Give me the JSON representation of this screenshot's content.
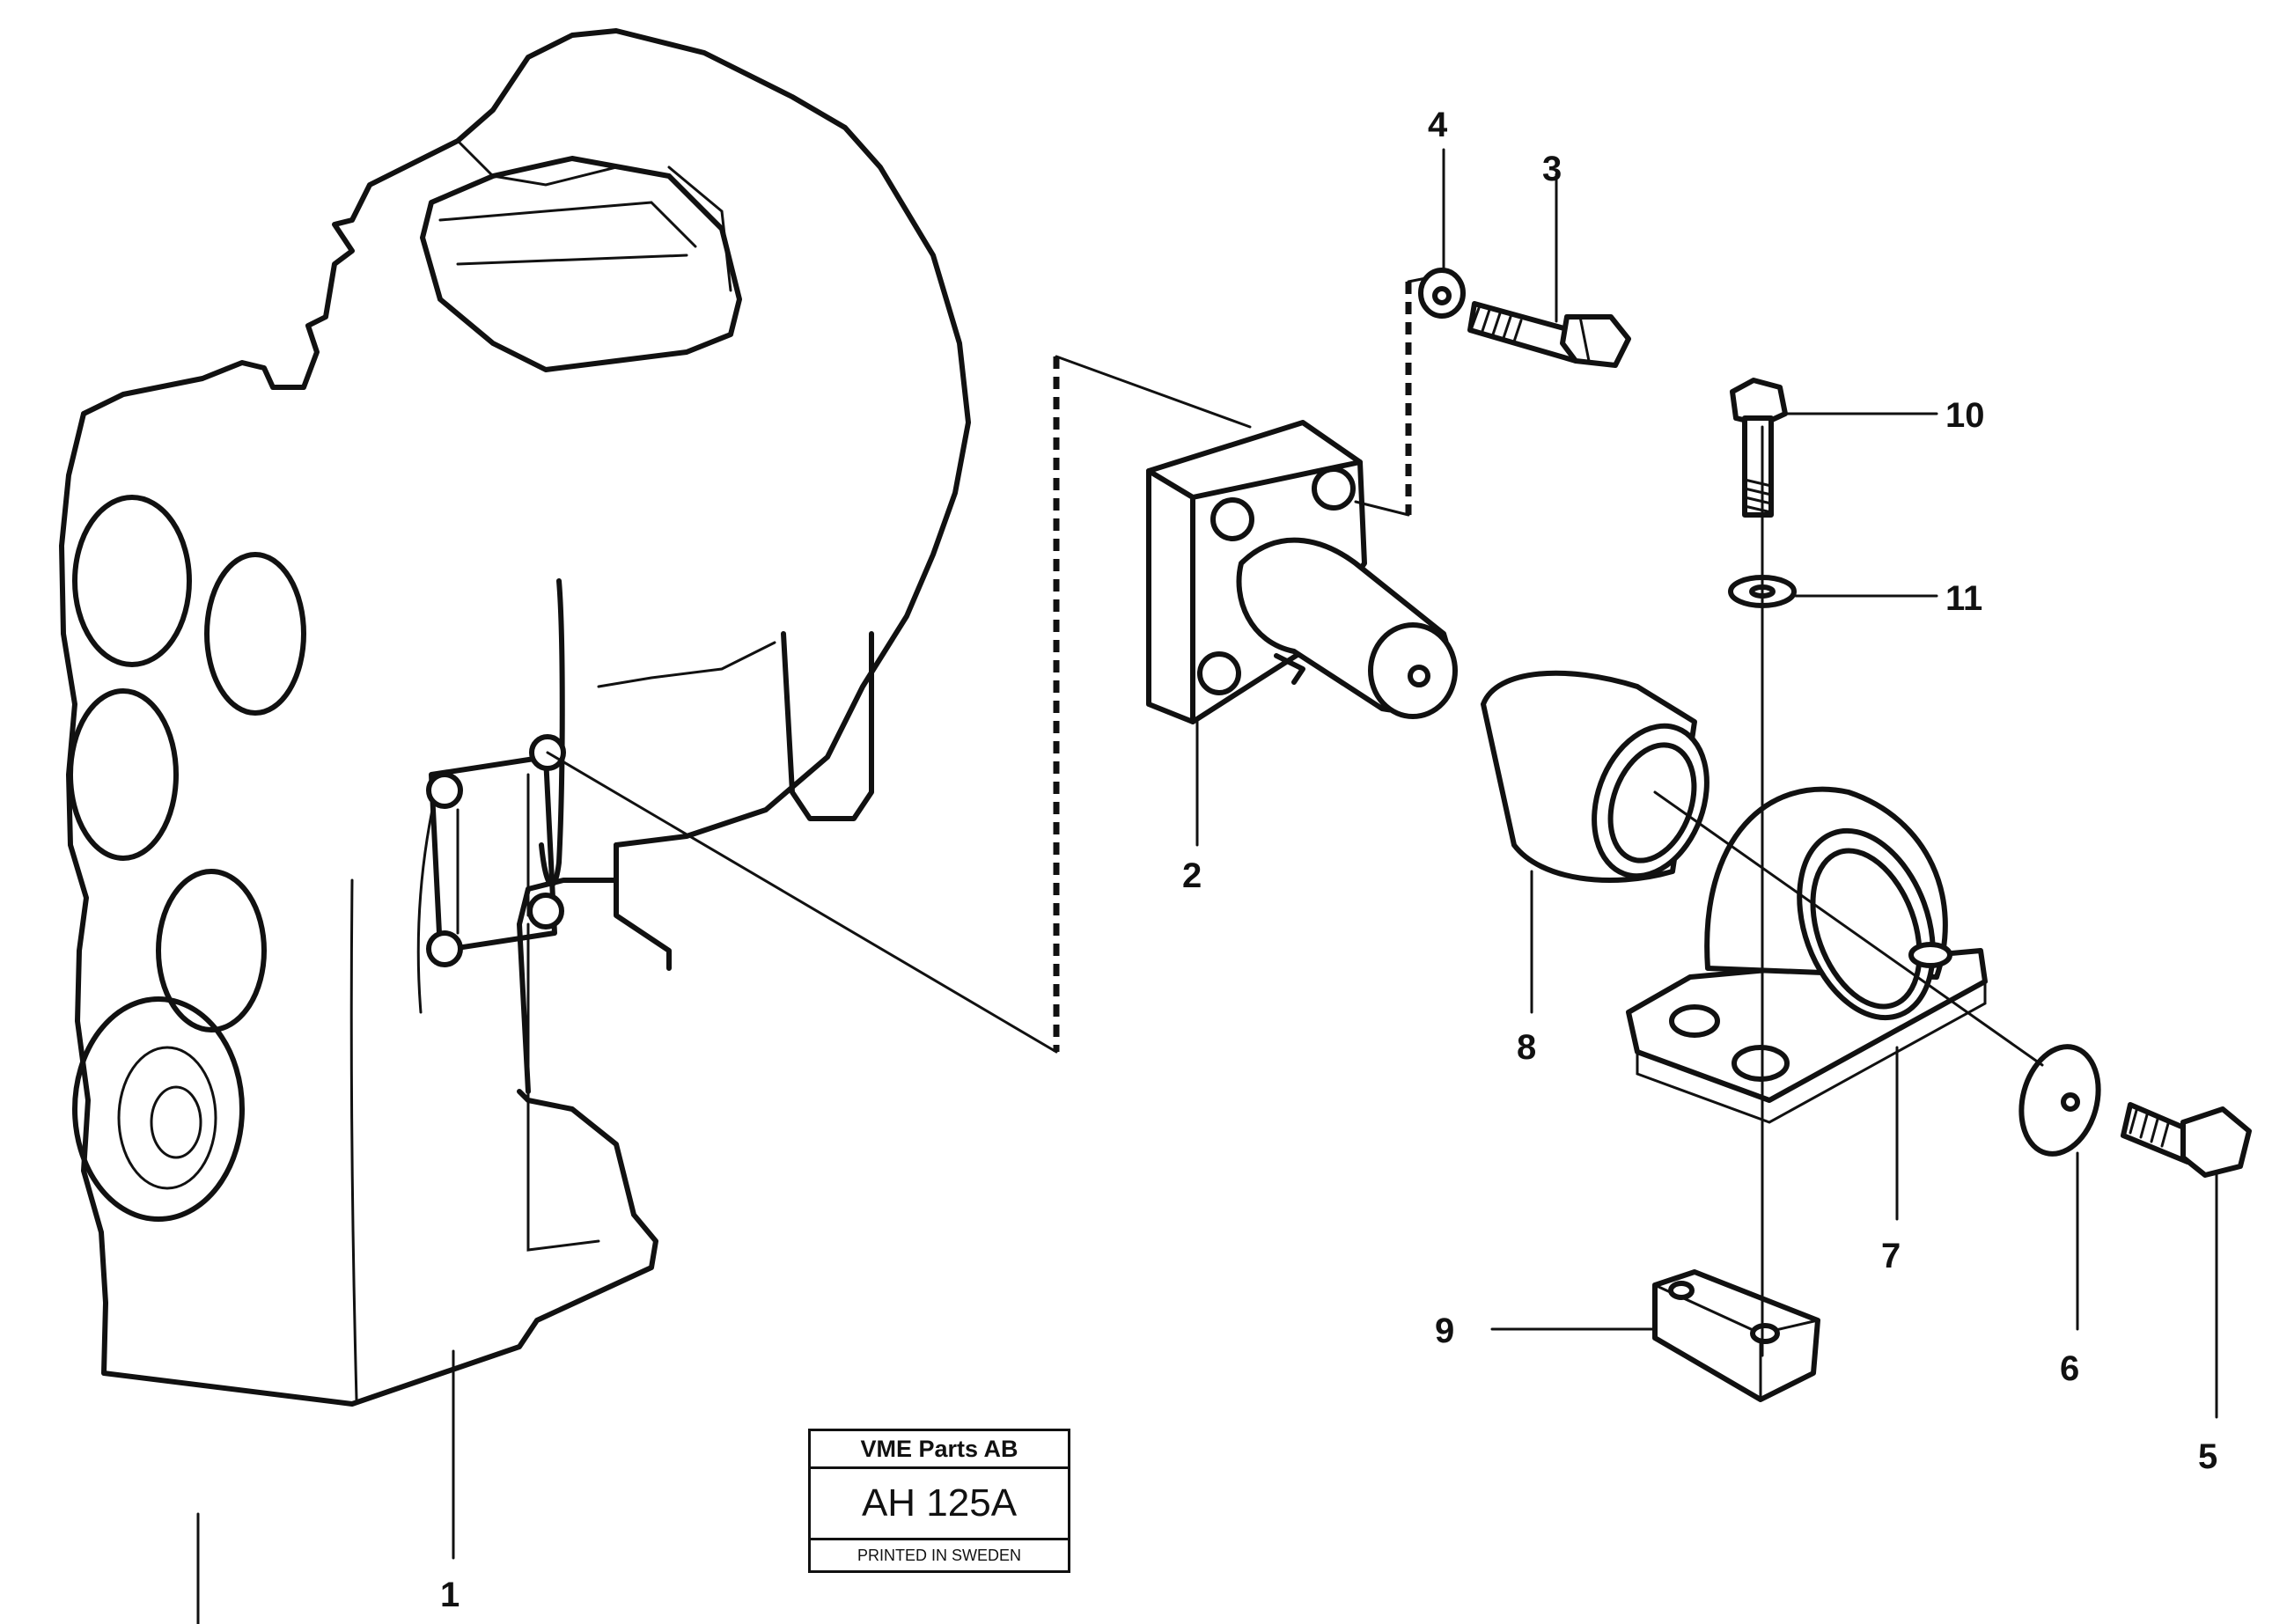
{
  "diagram": {
    "part_labels": [
      "1",
      "2",
      "3",
      "4",
      "5",
      "6",
      "7",
      "8",
      "9",
      "10",
      "11"
    ]
  },
  "title_block": {
    "company": "VME Parts AB",
    "code": "AH 125A",
    "printed": "PRINTED IN SWEDEN"
  }
}
